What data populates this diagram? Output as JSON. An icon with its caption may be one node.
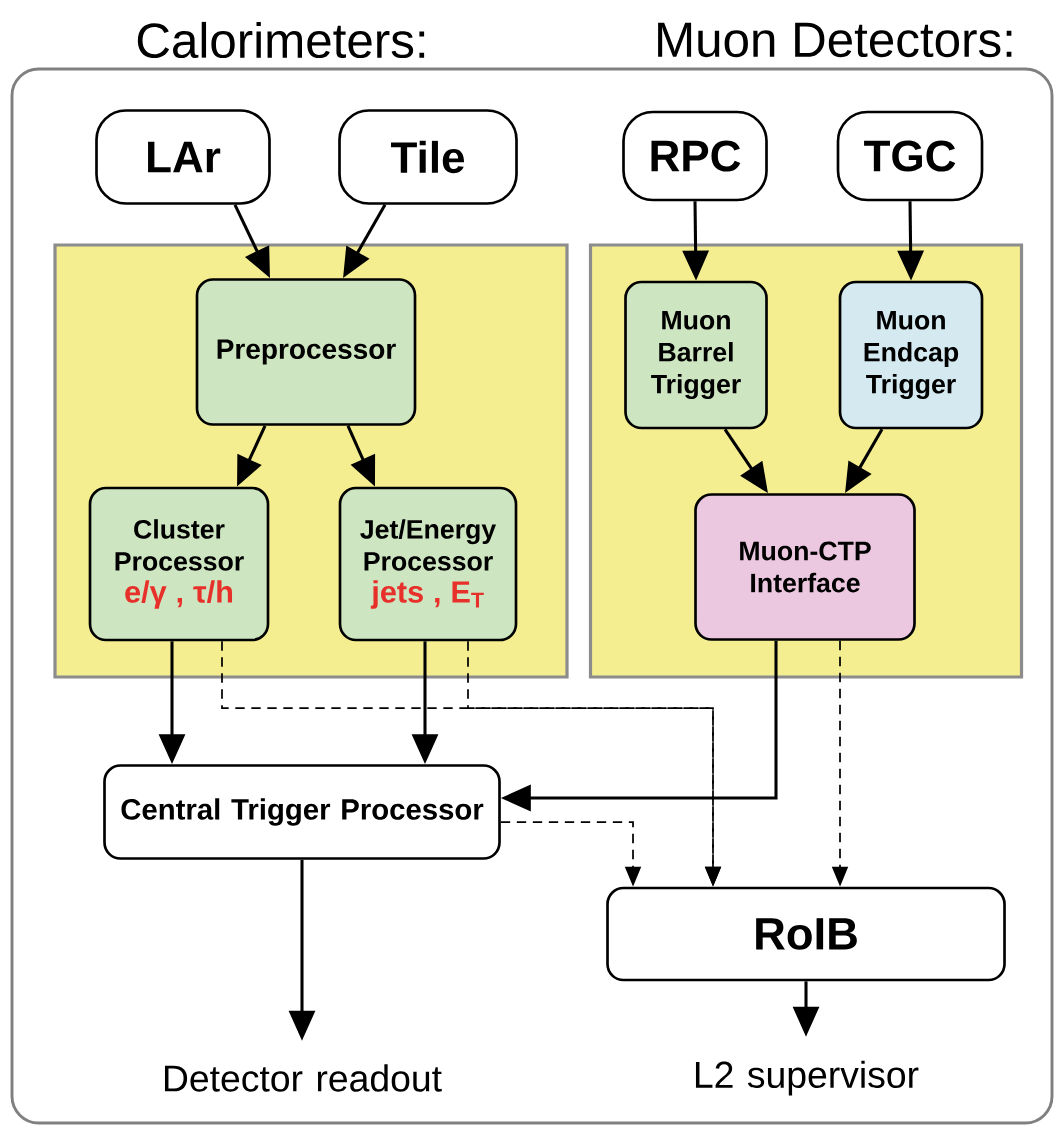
{
  "diagram": {
    "nodes": [
      {
        "text": [],
        "shape": "box"
      },
      {
        "text": [],
        "shape": "box",
        "in": 0
      },
      {
        "text": [],
        "shape": "box",
        "in": 0
      },
      {
        "text": [
          "LAr"
        ],
        "in": 0
      },
      {
        "text": [
          "Tile"
        ],
        "in": 0
      },
      {
        "text": [
          "RPC"
        ],
        "in": 0
      },
      {
        "text": [
          "TGC"
        ],
        "in": 0
      },
      {
        "text": [
          "Preprocessor"
        ],
        "in": 1
      },
      {
        "text": [
          "Cluster Processor",
          "e/γ , τ/h"
        ],
        "in": 1
      },
      {
        "text": [
          "Jet/Energy Processor",
          "jets , E$_{T}$"
        ],
        "in": 1
      },
      {
        "text": [
          "Muon Barrel Trigger"
        ],
        "in": 2
      },
      {
        "text": [
          "Muon Endcap Trigger"
        ],
        "in": 2
      },
      {
        "text": [
          "Muon-CTP Interface"
        ],
        "in": 2
      },
      {
        "text": [
          "Central Trigger Processor"
        ],
        "in": 0
      },
      {
        "text": [
          "RoIB"
        ],
        "in": 0
      },
      {
        "text": [
          "Detector readout"
        ],
        "in": 0
      },
      {
        "text": [
          "L2 supervisor"
        ],
        "in": 0
      }
    ],
    "edges": [
      {
        "from": 3,
        "to": 7,
        "arrow": "to"
      },
      {
        "from": 4,
        "to": 7,
        "arrow": "to"
      },
      {
        "from": 5,
        "to": 10,
        "arrow": "to"
      },
      {
        "from": 6,
        "to": 11,
        "arrow": "to"
      },
      {
        "from": 7,
        "to": 8,
        "arrow": "to"
      },
      {
        "from": 7,
        "to": 9,
        "arrow": "to"
      },
      {
        "from": 10,
        "to": 12,
        "arrow": "to"
      },
      {
        "from": 11,
        "to": 12,
        "arrow": "to"
      },
      {
        "from": 8,
        "to": 13,
        "arrow": "to"
      },
      {
        "from": 9,
        "to": 13,
        "arrow": "to"
      },
      {
        "from": 12,
        "to": 13,
        "arrow": "to"
      },
      {
        "from": 8,
        "to": 14,
        "arrow": "to",
        "style": "dashed"
      },
      {
        "from": 9,
        "to": 14,
        "arrow": "to",
        "style": "dashed"
      },
      {
        "from": 13,
        "to": 14,
        "arrow": "to",
        "style": "dashed"
      },
      {
        "from": 12,
        "to": 14,
        "arrow": "to",
        "style": "dashed"
      },
      {
        "from": 13,
        "to": 15,
        "arrow": "to"
      },
      {
        "from": 14,
        "to": 16,
        "arrow": "to"
      }
    ],
    "labels": [
      "Calorimeters:",
      "Muon Detectors:"
    ]
  }
}
